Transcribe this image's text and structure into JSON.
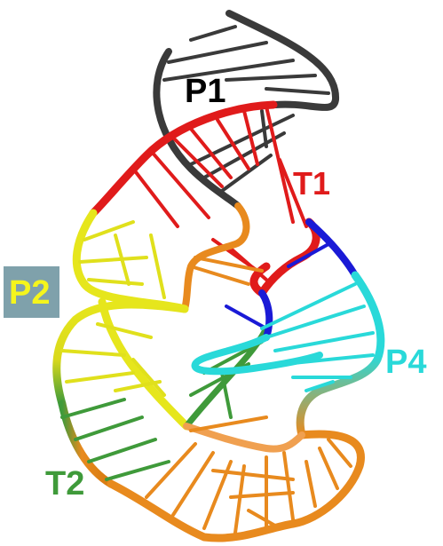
{
  "figure": {
    "labels": {
      "p1": "P1",
      "t1": "T1",
      "p2": "P2",
      "p4": "P4",
      "t2": "T2"
    },
    "colors": {
      "p1": "#3a3a3a",
      "t1": "#e01b1b",
      "p2": "#e6e61c",
      "p4": "#29d9d9",
      "t2": "#3f9a3a",
      "loop": "#e88a1e",
      "blue": "#1a1ad6",
      "p2_box": "#7fa1ab"
    }
  }
}
